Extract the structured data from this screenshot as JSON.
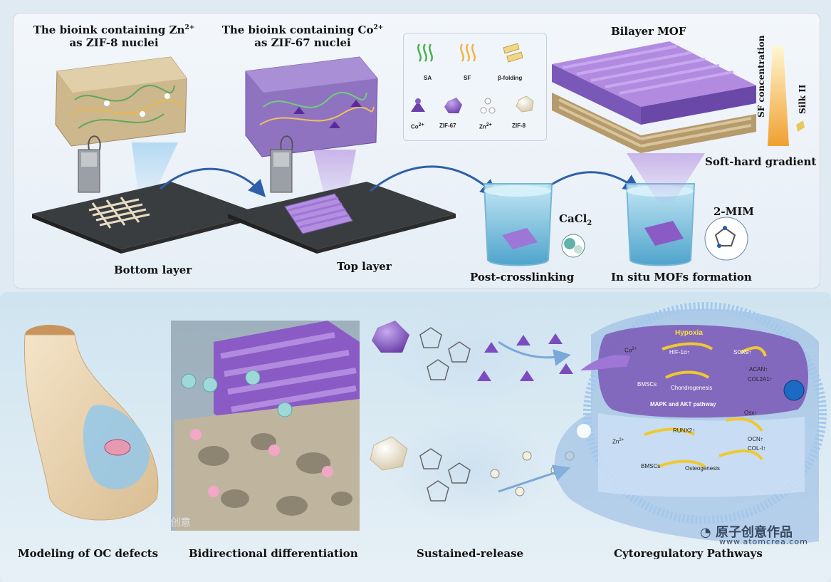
{
  "top": {
    "bioink_zn_line1": "The bioink containing Zn",
    "bioink_zn_sup": "2+",
    "bioink_zn_line2": "as ZIF-8 nuclei",
    "bioink_co_line1": "The bioink containing Co",
    "bioink_co_sup": "2+",
    "bioink_co_line2": "as ZIF-67 nuclei",
    "bilayer_title": "Bilayer MOF",
    "sf_concentration": "SF concentration",
    "silk_ii": "Silk II",
    "gradient": "Soft-hard gradient",
    "cacl2": "CaCl",
    "cacl2_sub": "2",
    "mim": "2-MIM",
    "bottom_layer": "Bottom layer",
    "top_layer": "Top layer",
    "post_crosslinking": "Post-crosslinking",
    "in_situ": "In situ MOFs formation"
  },
  "legend": {
    "sa": "SA",
    "sf": "SF",
    "beta": "β-folding",
    "co": "Co",
    "co_sup": "2+",
    "zif67": "ZIF-67",
    "zn": "Zn",
    "zn_sup": "2+",
    "zif8": "ZIF-8"
  },
  "bottom": {
    "modeling": "Modeling of OC defects",
    "bidirectional": "Bidirectional differentiation",
    "sustained": "Sustained-release",
    "cytoregulatory": "Cytoregulatory Pathways"
  },
  "cell": {
    "hypoxia": "Hypoxia",
    "co2": "Co",
    "co2_sup": "2+",
    "hif": "HIF-1α↑",
    "sox9": "SOX9↑",
    "acan": "ACAN↑",
    "col2a1": "COL2A1↑",
    "bmscs1": "BMSCs",
    "chondrogenesis": "Chondrogenesis",
    "mapk": "MAPK and AKT pathway",
    "osx": "Osx↑",
    "runx2": "RUNX2↑",
    "ocn": "OCN↑",
    "col1": "COL-I↑",
    "zn2": "Zn",
    "zn2_sup": "2+",
    "bmscs2": "BMSCs",
    "osteogenesis": "Osteogenesis"
  },
  "watermark": {
    "brand": "原子创意作品",
    "url": "www.atomcrea.com",
    "small": "原子创意"
  },
  "colors": {
    "purple": "#8a5bc4",
    "tan": "#cbb58e",
    "blue_arrow": "#2f5fa8",
    "beaker": "#58b3d8",
    "cell_blue": "#6fa6d8",
    "cell_purple": "#7b57b5"
  }
}
